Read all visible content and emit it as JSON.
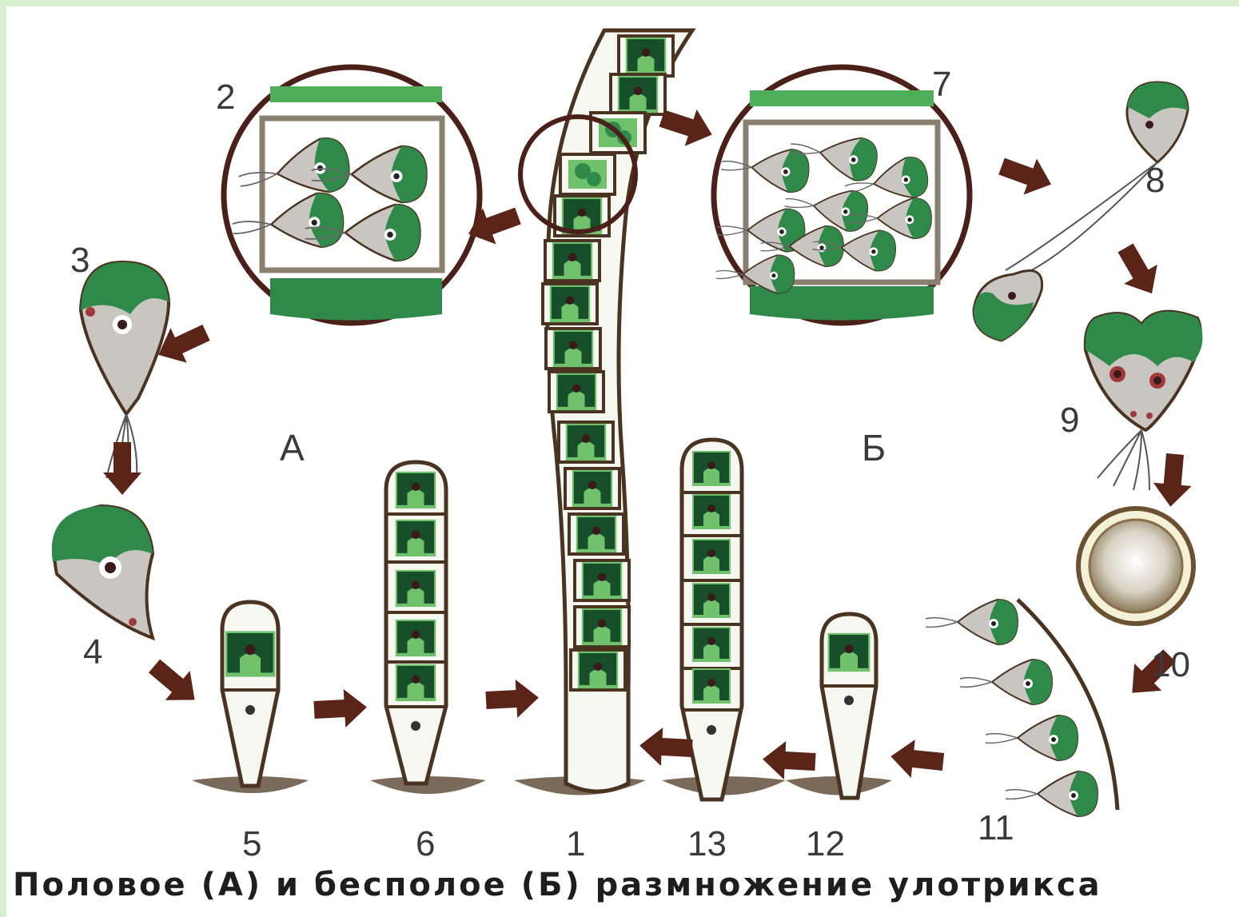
{
  "diagram": {
    "labels": {
      "n1": "1",
      "n2": "2",
      "n3": "3",
      "n4": "4",
      "n5": "5",
      "n6": "6",
      "n7": "7",
      "n8": "8",
      "n9": "9",
      "n10": "10",
      "n11": "11",
      "n12": "12",
      "n13": "13",
      "sexual": "А",
      "asexual": "Б"
    },
    "caption": "Половое (А) и бесполое (Б) размножение улотрикса",
    "colors": {
      "background": "#ffffff",
      "frame": "#d8efce",
      "cell_green": "#2f8a4a",
      "chloroplast_dark": "#174f2a",
      "outline": "#4a3320",
      "arrow": "#5a2418",
      "spore_grey": "#c9c6c2"
    }
  }
}
